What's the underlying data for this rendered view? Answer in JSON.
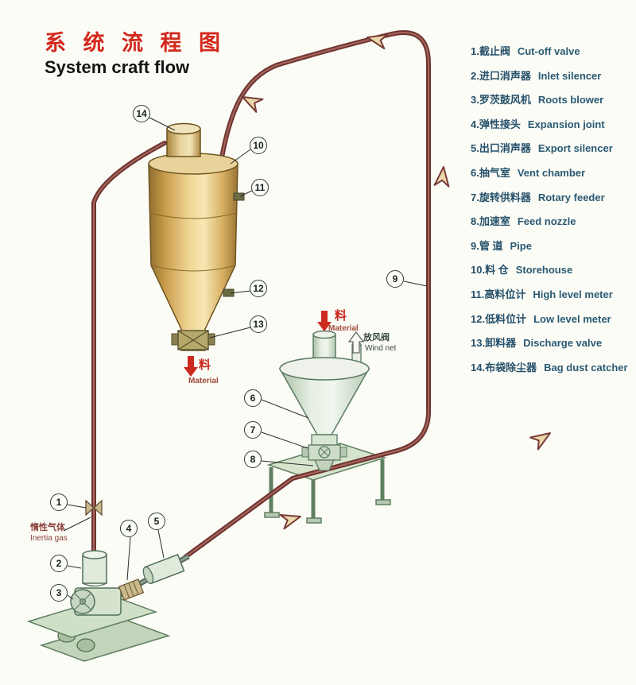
{
  "title": {
    "zh": "系 统 流 程 图",
    "en": "System craft flow"
  },
  "legend": {
    "items": [
      {
        "zh": "1.截止阀",
        "en": "Cut-off valve"
      },
      {
        "zh": "2.进口消声器",
        "en": "Inlet silencer"
      },
      {
        "zh": "3.罗茨鼓风机",
        "en": "Roots blower"
      },
      {
        "zh": "4.弹性接头",
        "en": "Expansion joint"
      },
      {
        "zh": "5.出口消声器",
        "en": "Export silencer"
      },
      {
        "zh": "6.抽气室",
        "en": "Vent chamber"
      },
      {
        "zh": "7.旋转供料器",
        "en": "Rotary feeder"
      },
      {
        "zh": "8.加速室",
        "en": "Feed nozzle"
      },
      {
        "zh": "9.管 道",
        "en": "Pipe"
      },
      {
        "zh": "10.料 仓",
        "en": "Storehouse"
      },
      {
        "zh": "11.高料位计",
        "en": "High level meter"
      },
      {
        "zh": "12.低料位计",
        "en": "Low level meter"
      },
      {
        "zh": "13.卸料器",
        "en": "Discharge valve"
      },
      {
        "zh": "14.布袋除尘器",
        "en": "Bag dust catcher"
      }
    ]
  },
  "callouts": {
    "c1": "1",
    "c2": "2",
    "c3": "3",
    "c4": "4",
    "c5": "5",
    "c6": "6",
    "c7": "7",
    "c8": "8",
    "c9": "9",
    "c10": "10",
    "c11": "11",
    "c12": "12",
    "c13": "13",
    "c14": "14"
  },
  "labels": {
    "inertia_zh": "惰性气体",
    "inertia_en": "Inertia gas",
    "material_silo_zh": "料",
    "material_silo_en": "Material",
    "material_hopper_zh": "料",
    "material_hopper_en": "Material",
    "windnet_zh": "放风阀",
    "windnet_en": "Wind net"
  },
  "colors": {
    "pipe": "#6e3430",
    "silo_gold": "#e0b964",
    "accent_red": "#d3281c",
    "legend_text": "#25506a",
    "equipment_green": "#d6e4cc"
  }
}
